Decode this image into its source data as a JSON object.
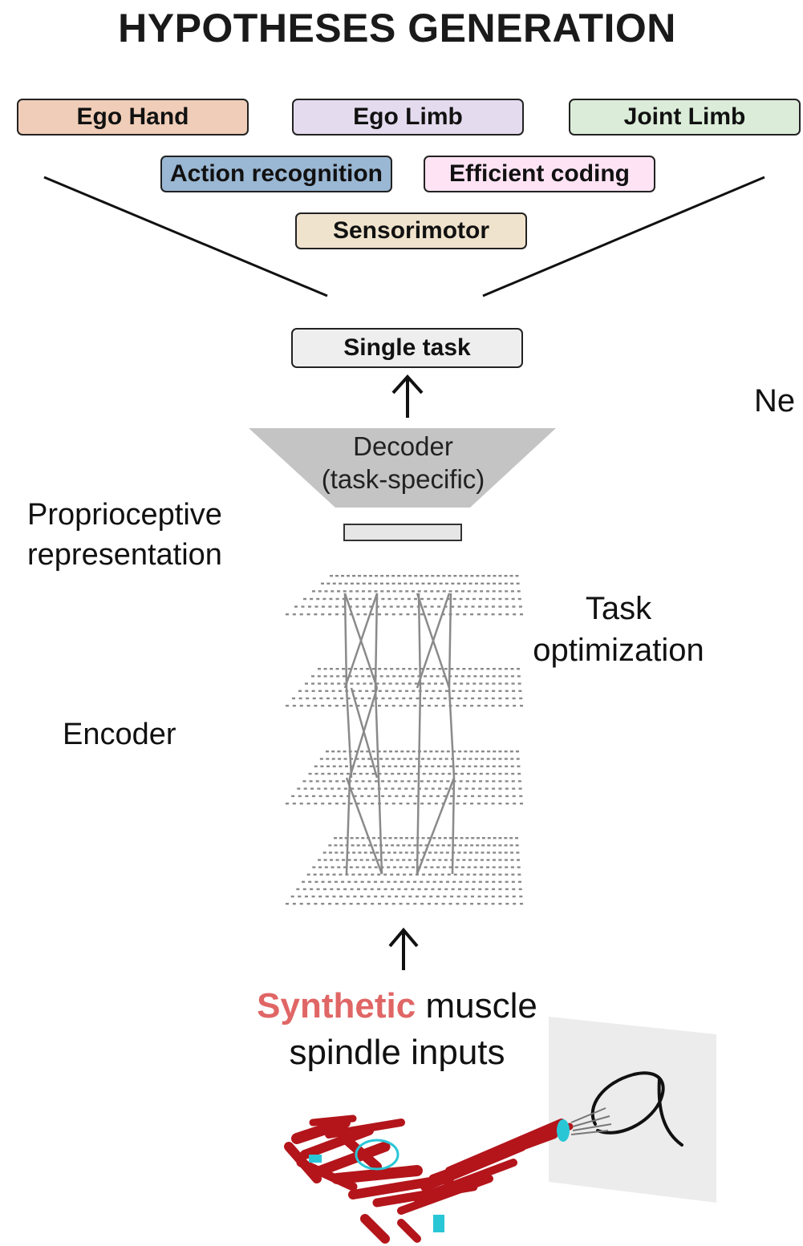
{
  "title": "HYPOTHESES GENERATION",
  "hypotheses": [
    {
      "label": "Ego Hand",
      "color": "#f0cdb8"
    },
    {
      "label": "Ego Limb",
      "color": "#e5dbee"
    },
    {
      "label": "Joint Limb",
      "color": "#dbecd9"
    },
    {
      "label": "Action recognition",
      "color": "#9ab7d3"
    },
    {
      "label": "Efficient coding",
      "color": "#fde3f3"
    },
    {
      "label": "Sensorimotor",
      "color": "#f0e3cd"
    }
  ],
  "single_task": "Single task",
  "decoder": {
    "line1": "Decoder",
    "line2": "(task-specific)",
    "color": "#c4c4c4"
  },
  "proprioceptive": {
    "line1": "Proprioceptive",
    "line2": "representation"
  },
  "task_optimization": {
    "line1": "Task",
    "line2": "optimization"
  },
  "encoder": "Encoder",
  "inputs": {
    "highlight": "Synthetic",
    "rest": " muscle",
    "line2": "spindle inputs",
    "highlight_color": "#e06666"
  },
  "cut_text": "Ne",
  "colors": {
    "network": "#8a8a8a",
    "muscle": "#b3151b",
    "tendon": "#29c6d6"
  }
}
